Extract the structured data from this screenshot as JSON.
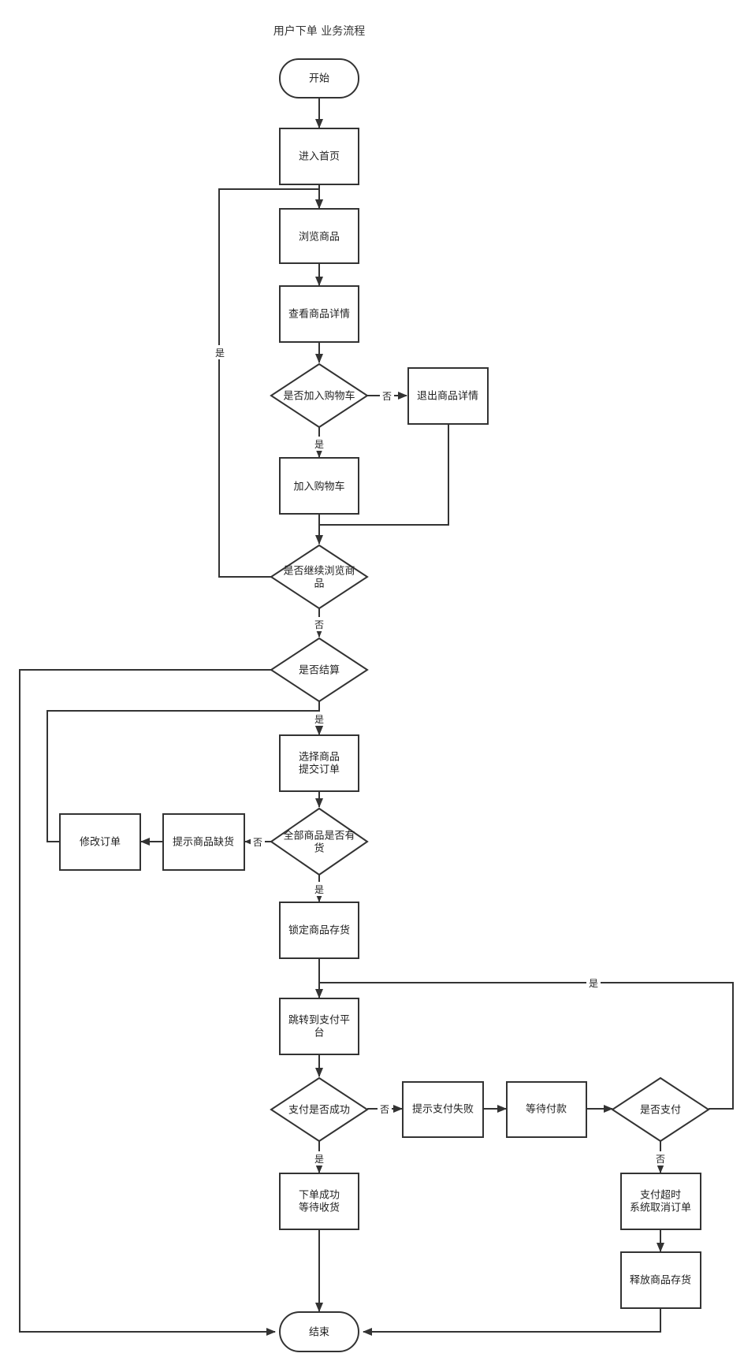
{
  "title": "用户下单 业务流程",
  "nodes": {
    "start": [
      "开始"
    ],
    "enter_home": [
      "进入首页"
    ],
    "browse": [
      "浏览商品"
    ],
    "view_detail": [
      "查看商品详情"
    ],
    "add_cart_q": [
      "是否加入购物车"
    ],
    "exit_detail": [
      "退出商品详情"
    ],
    "add_cart": [
      "加入购物车"
    ],
    "continue_q": [
      "是否继续浏览商",
      "品"
    ],
    "checkout_q": [
      "是否结算"
    ],
    "select_submit": [
      "选择商品",
      "提交订单"
    ],
    "stock_q": [
      "全部商品是否有",
      "货"
    ],
    "out_of_stock": [
      "提示商品缺货"
    ],
    "modify_order": [
      "修改订单"
    ],
    "lock_stock": [
      "锁定商品存货"
    ],
    "to_payment": [
      "跳转到支付平",
      "台"
    ],
    "pay_success_q": [
      "支付是否成功"
    ],
    "pay_fail": [
      "提示支付失败"
    ],
    "wait_pay": [
      "等待付款"
    ],
    "paid_q": [
      "是否支付"
    ],
    "order_success": [
      "下单成功",
      "等待收货"
    ],
    "timeout_cancel": [
      "支付超时",
      "系统取消订单"
    ],
    "release_stock": [
      "释放商品存货"
    ],
    "end": [
      "结束"
    ]
  },
  "labels": {
    "yes_loop_browse": "是",
    "no_add_cart": "否",
    "yes_add_cart": "是",
    "no_continue": "否",
    "yes_checkout": "是",
    "no_stock": "否",
    "yes_stock": "是",
    "yes_paid_loop": "是",
    "no_pay_success": "否",
    "yes_pay_success": "是",
    "no_paid": "否"
  }
}
